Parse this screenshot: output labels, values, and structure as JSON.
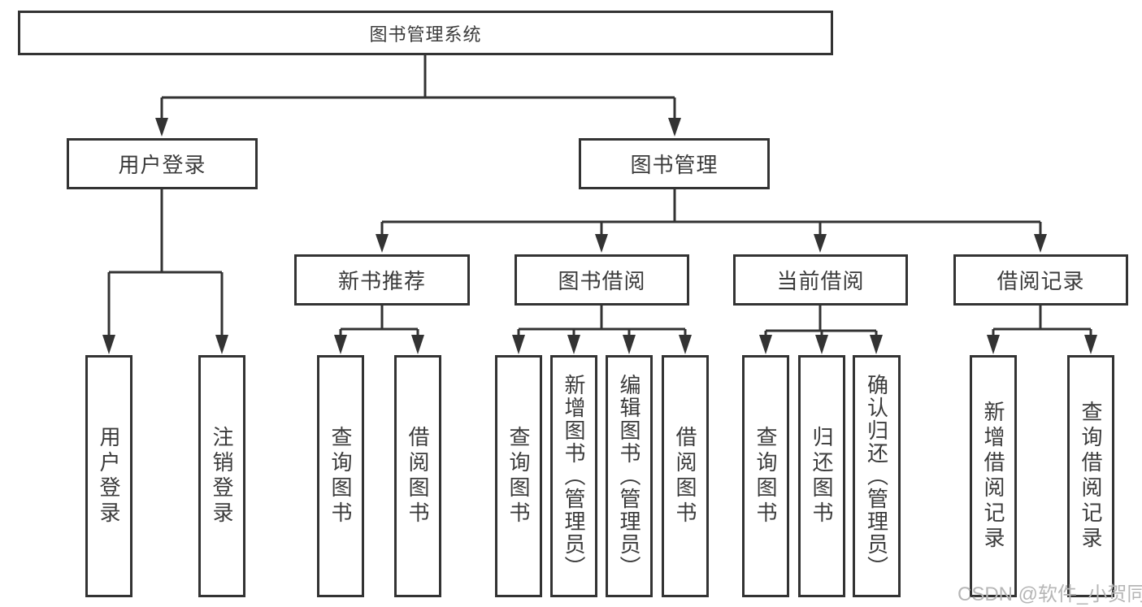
{
  "tree": {
    "root": "图书管理系统",
    "branches": [
      {
        "label": "用户登录",
        "leaves": [
          "用户登录",
          "注销登录"
        ]
      },
      {
        "label": "图书管理",
        "sections": [
          {
            "label": "新书推荐",
            "leaves": [
              "查询图书",
              "借阅图书"
            ]
          },
          {
            "label": "图书借阅",
            "leaves": [
              "查询图书",
              "新增图书（管理员）",
              "编辑图书（管理员）",
              "借阅图书"
            ]
          },
          {
            "label": "当前借阅",
            "leaves": [
              "查询图书",
              "归还图书",
              "确认归还（管理员）"
            ]
          },
          {
            "label": "借阅记录",
            "leaves": [
              "新增借阅记录",
              "查询借阅记录"
            ]
          }
        ]
      }
    ]
  },
  "watermark": {
    "text": "CSDN @软件_小贺同学"
  },
  "colors": {
    "line": "#333333",
    "text": "#3b3b3b",
    "watermark": "#b6b6b6",
    "background": "#ffffff"
  }
}
